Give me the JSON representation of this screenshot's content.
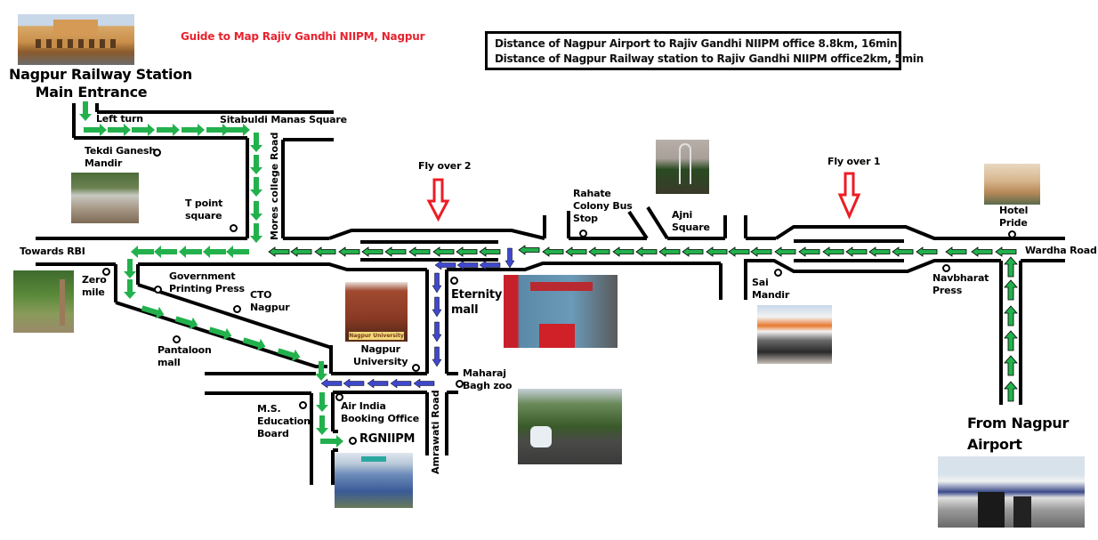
{
  "title": "Guide to Map Rajiv Gandhi NIIPM, Nagpur",
  "info_box": {
    "line1": "Distance of Nagpur Airport to Rajiv Gandhi NIIPM office 8.8km, 16min",
    "line2": "Distance of Nagpur Railway station to Rajiv Gandhi NIIPM office2km, 5min"
  },
  "colors": {
    "title": "#e8222e",
    "road": "#000000",
    "route_railway": "#22b14c",
    "route_airport": "#22b14c",
    "route_blue": "#3f48cc",
    "flyover_marker": "#ed1c24"
  },
  "origins": {
    "railway": {
      "line1": "Nagpur Railway Station",
      "line2": "Main Entrance"
    },
    "airport": {
      "line1": "From Nagpur",
      "line2": "Airport"
    }
  },
  "destination": {
    "label": "RGNIIPM"
  },
  "roads": {
    "mores_college": "Mores college Road",
    "amrawati": "Amrawati Road",
    "wardha": "Wardha Road",
    "towards_rbi": "Towards RBI"
  },
  "flyovers": [
    {
      "label": "Fly over 2"
    },
    {
      "label": "Fly over 1"
    }
  ],
  "landmarks": {
    "left_turn": "Left turn",
    "sitabuldi": "Sitabuldi Manas Square",
    "tekdi": {
      "line1": "Tekdi Ganesh",
      "line2": "Mandir"
    },
    "t_point": {
      "line1": "T point",
      "line2": "square"
    },
    "zero_mile": {
      "line1": "Zero",
      "line2": "mile"
    },
    "govt_press": {
      "line1": "Government",
      "line2": "Printing Press"
    },
    "cto": {
      "line1": "CTO",
      "line2": "Nagpur"
    },
    "pantaloon": {
      "line1": "Pantaloon",
      "line2": "mall"
    },
    "nagpur_univ": {
      "line1": "Nagpur",
      "line2": "University"
    },
    "eternity": {
      "line1": "Eternity",
      "line2": "mall"
    },
    "maharaj_bagh": {
      "line1": "Maharaj",
      "line2": "Bagh zoo"
    },
    "ms_board": {
      "line1": "M.S.",
      "line2": "Education",
      "line3": "Board"
    },
    "air_india": {
      "line1": "Air India",
      "line2": "Booking Office"
    },
    "rahate": {
      "line1": "Rahate",
      "line2": "Colony Bus",
      "line3": "Stop"
    },
    "ajni": {
      "line1": "Ajni",
      "line2": "Square"
    },
    "sai_mandir": {
      "line1": "Sai",
      "line2": "Mandir"
    },
    "navbharat": {
      "line1": "Navbharat",
      "line2": "Press"
    },
    "hotel_pride": {
      "line1": "Hotel",
      "line2": "Pride"
    }
  },
  "photos": {
    "railway_station": "railway-station-photo",
    "tekdi_mandir": "tekdi-ganesh-photo",
    "zero_mile": "zero-mile-photo",
    "nagpur_university": "nagpur-university-photo",
    "university_caption": "Nagpur University",
    "eternity_mall": "eternity-mall-photo",
    "maharaj_bagh": "maharaj-bagh-photo",
    "rgniipm": "rgniipm-photo",
    "ajni_square": "ajni-square-photo",
    "sai_mandir": "sai-mandir-photo",
    "hotel_pride": "hotel-pride-photo",
    "airport": "airport-photo"
  }
}
